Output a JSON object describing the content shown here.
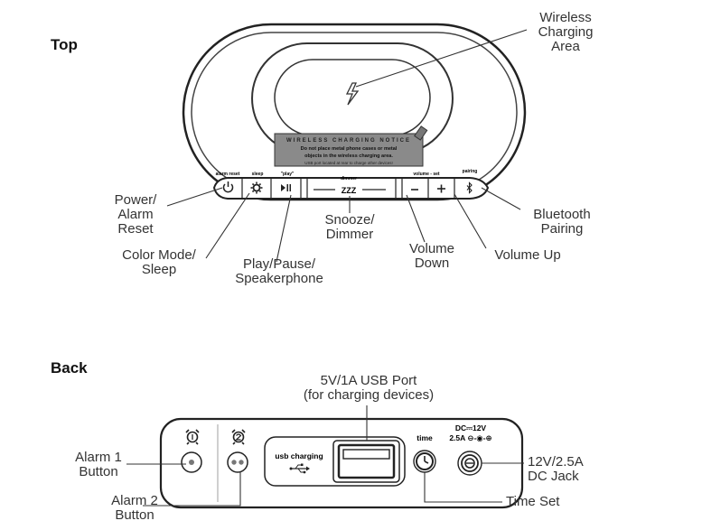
{
  "sections": {
    "top_title": "Top",
    "back_title": "Back"
  },
  "top": {
    "notice": {
      "heading": "WIRELESS CHARGING NOTICE",
      "line1": "Do not place metal phone cases or metal",
      "line2": "objects in the wireless charging area.",
      "line3": "USB port located at rear to charge other devices!"
    },
    "button_labels": {
      "alarm_reset": "alarm reset",
      "sleep": "sleep",
      "play": "\"play\"",
      "dimmer": "dimmer",
      "snooze_text": "ZZZ",
      "volume_set": "volume - set",
      "pairing": "pairing"
    },
    "callouts": {
      "wireless": [
        "Wireless",
        "Charging",
        "Area"
      ],
      "power": [
        "Power/",
        "Alarm",
        "Reset"
      ],
      "color": [
        "Color Mode/",
        "Sleep"
      ],
      "play": [
        "Play/Pause/",
        "Speakerphone"
      ],
      "snooze": [
        "Snooze/",
        "Dimmer"
      ],
      "vol_down": [
        "Volume",
        "Down"
      ],
      "vol_up": [
        "Volume Up"
      ],
      "bluetooth": [
        "Bluetooth",
        "Pairing"
      ]
    }
  },
  "back": {
    "labels": {
      "usb_charging": "usb charging",
      "time": "time",
      "dc_spec_1": "DC⎓12V",
      "dc_spec_2": "2.5A ⊖-◉-⊕"
    },
    "callouts": {
      "usb": [
        "5V/1A USB Port",
        "(for charging devices)"
      ],
      "alarm1": [
        "Alarm 1",
        "Button"
      ],
      "alarm2": [
        "Alarm 2",
        "Button"
      ],
      "dc_jack": [
        "12V/2.5A",
        "DC Jack"
      ],
      "time_set": [
        "Time Set"
      ]
    }
  }
}
